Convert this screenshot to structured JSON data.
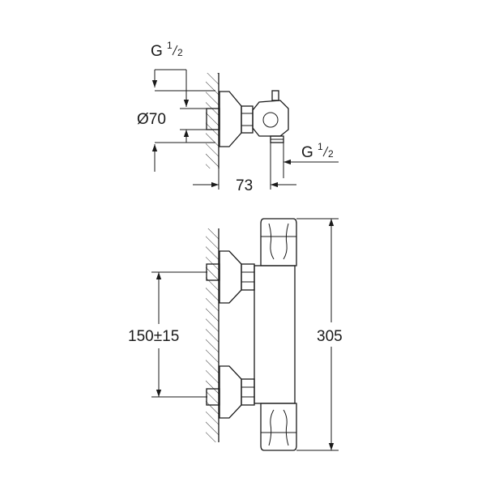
{
  "labels": {
    "g_top": "G",
    "g_top_num": "1",
    "g_top_den": "2",
    "diameter": "Ø70",
    "g_side": "G",
    "g_side_num": "1",
    "g_side_den": "2",
    "depth": "73",
    "spacing": "150±15",
    "height": "305"
  }
}
